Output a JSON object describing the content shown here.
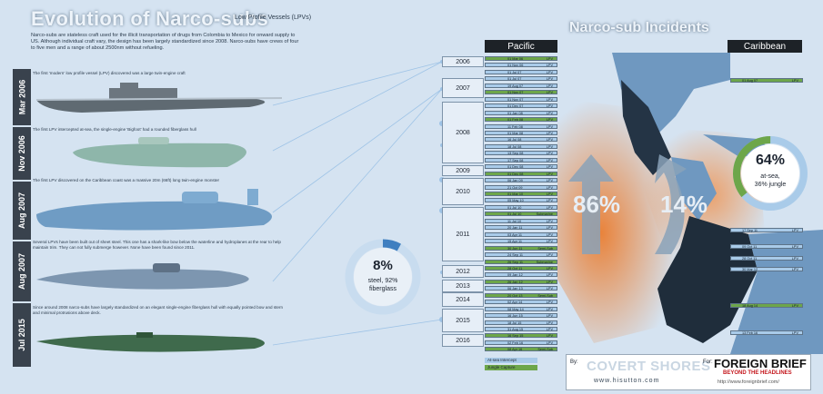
{
  "title": "Evolution of Narco-subs",
  "subtitle": "Low Profile Vessels (LPVs)",
  "intro": "Narco-subs are stateless craft used for the illicit transportation of drugs from Colombia to Mexico for onward supply to US. Although individual craft vary, the design has been largely standardized since 2008. Narco-subs have crews of four to five men and a range of about 2500nm without refueling.",
  "vessels": [
    {
      "year": "Mar 2006",
      "desc": "The first 'modern' low profile vessel (LPV) discovered was a large twin-engine craft"
    },
    {
      "year": "Nov 2006",
      "desc": "The first LPV intercepted at-sea, the single-engine 'Bigfoot' had a rounded fiberglass hull"
    },
    {
      "year": "Aug 2007",
      "desc": "The first LPV discovered on the Caribbean coast was a massive 20m (66ft) long twin-engine monster"
    },
    {
      "year": "Aug 2007",
      "desc": "Several LPVs have been built out of sheet steel. This one has a shark-like bow below the waterline and hydroplanes at the rear to help maintain trim. They can not fully submerge however. None have been found since 2011."
    },
    {
      "year": "Jul 2015",
      "desc": "Since around 2008 narco-subs have largely standardized on an elegant single-engine fiberglass hull with equally pointed bow and stern and minimal protrusions above deck."
    }
  ],
  "donut_steel": {
    "pct": "8%",
    "line1": "steel, 92%",
    "line2": "fiberglass",
    "value": 8
  },
  "incidents_title": "Narco-sub Incidents",
  "pacific_label": "Pacific",
  "caribbean_label": "Caribbean",
  "years": [
    "2006",
    "2007",
    "2008",
    "2009",
    "2010",
    "2011",
    "2012",
    "2013",
    "2014",
    "2015",
    "2016"
  ],
  "pacific": [
    {
      "d": "01 Mar 06",
      "t": "LPV",
      "k": "j"
    },
    {
      "d": "01 Nov 06",
      "t": "LPV",
      "k": "a"
    },
    {
      "d": "01 Jul 07",
      "t": "LPV",
      "k": "a"
    },
    {
      "d": "01 Jul 07",
      "t": "LPV",
      "k": "a"
    },
    {
      "d": "19 Aug 07",
      "t": "LPV",
      "k": "a"
    },
    {
      "d": "01 Nov 07",
      "t": "LPV",
      "k": "j"
    },
    {
      "d": "01 Nov 07",
      "t": "LPV",
      "k": "a"
    },
    {
      "d": "01 Dec 07",
      "t": "LPV",
      "k": "a"
    },
    {
      "d": "01 Jan 08",
      "t": "LPV",
      "k": "a"
    },
    {
      "d": "01 Feb 08",
      "t": "LPV",
      "k": "j"
    },
    {
      "d": "11 Feb 08",
      "t": "LPV",
      "k": "a"
    },
    {
      "d": "01 Mar 08",
      "t": "LPV",
      "k": "a"
    },
    {
      "d": "16 Jul 08",
      "t": "LPV",
      "k": "a"
    },
    {
      "d": "18 Jul 08",
      "t": "LPV",
      "k": "a"
    },
    {
      "d": "13 Sep 08",
      "t": "LPV",
      "k": "a"
    },
    {
      "d": "17 Sep 08",
      "t": "LPV",
      "k": "a"
    },
    {
      "d": "01 Dec 08",
      "t": "LPV",
      "k": "a"
    },
    {
      "d": "01 Dec 08",
      "t": "LPV",
      "k": "j"
    },
    {
      "d": "06 Jan 09",
      "t": "LPV",
      "k": "a"
    },
    {
      "d": "21 Oct 09",
      "t": "LPV",
      "k": "a"
    },
    {
      "d": "01 Mar 10",
      "t": "LPV",
      "k": "j"
    },
    {
      "d": "05 May 10",
      "t": "LPV",
      "k": "a"
    },
    {
      "d": "01 Jul 10",
      "t": "LPV",
      "k": "a"
    },
    {
      "d": "01 Jul 10",
      "t": "Submarine",
      "k": "j"
    },
    {
      "d": "11 Jul 10",
      "t": "LPV",
      "k": "a"
    },
    {
      "d": "20 Jan 11",
      "t": "LPV",
      "k": "a"
    },
    {
      "d": "03 Apr 11",
      "t": "LPV",
      "k": "a"
    },
    {
      "d": "15 Apr 11",
      "t": "LPV",
      "k": "a"
    },
    {
      "d": "30 Jun 11",
      "t": "Semi-Sub",
      "k": "j"
    },
    {
      "d": "24 Sep 11",
      "t": "LPV",
      "k": "a"
    },
    {
      "d": "26 Sep 11",
      "t": "Submarine",
      "k": "j"
    },
    {
      "d": "28 Oct 11",
      "t": "LPV",
      "k": "j"
    },
    {
      "d": "09 Jan 12",
      "t": "LPV",
      "k": "a"
    },
    {
      "d": "26 Jan 12",
      "t": "LPV",
      "k": "j"
    },
    {
      "d": "06 Jan 13",
      "t": "LPV",
      "k": "a"
    },
    {
      "d": "20 Oct 13",
      "t": "Semi-Sub",
      "k": "j"
    },
    {
      "d": "02 Apr 14",
      "t": "LPV",
      "k": "a"
    },
    {
      "d": "08 May 14",
      "t": "LPV",
      "k": "a"
    },
    {
      "d": "16 Jun 15",
      "t": "LPV",
      "k": "a"
    },
    {
      "d": "18 Jul 15",
      "t": "LPV",
      "k": "a"
    },
    {
      "d": "31 Aug 15",
      "t": "LPV",
      "k": "a"
    },
    {
      "d": "16 Sep 15",
      "t": "LPV",
      "k": "j"
    },
    {
      "d": "02 Feb 16",
      "t": "LPV",
      "k": "a"
    },
    {
      "d": "08 Apr 16",
      "t": "Semi-Sub",
      "k": "j"
    }
  ],
  "caribbean": [
    {
      "d": "01 Aug 07",
      "t": "LPV",
      "k": "j"
    },
    {
      "d": "17 Sep 11",
      "t": "LPV",
      "k": "a"
    },
    {
      "d": "09 Oct 11",
      "t": "LPV",
      "k": "a"
    },
    {
      "d": "28 Oct 11",
      "t": "LPV",
      "k": "a"
    },
    {
      "d": "30 Mar 12",
      "t": "LPV",
      "k": "a"
    },
    {
      "d": "18 Aug 14",
      "t": "LPV",
      "k": "j"
    },
    {
      "d": "13 Feb 16",
      "t": "LPV",
      "k": "a"
    }
  ],
  "pacific_share": "86%",
  "caribbean_share": "14%",
  "donut_sea": {
    "pct": "64%",
    "line1": "at-sea,",
    "line2": "36% jungle",
    "value": 64
  },
  "legend": {
    "atsea": "At-sea Intercept",
    "jungle": "Jungle Capture"
  },
  "footer": {
    "by": "By:",
    "covert": "COVERT SHORES",
    "hisutton": "www.hisutton.com",
    "for": "For:",
    "fb": "FOREIGN BRIEF",
    "tagline": "BEYOND THE HEADLINES",
    "fburl": "http://www.foreignbrief.com/"
  },
  "colors": {
    "atsea": "#a9cbe9",
    "jungle": "#6da64a",
    "dark": "#1d2227",
    "accent": "#3f7fc0"
  }
}
